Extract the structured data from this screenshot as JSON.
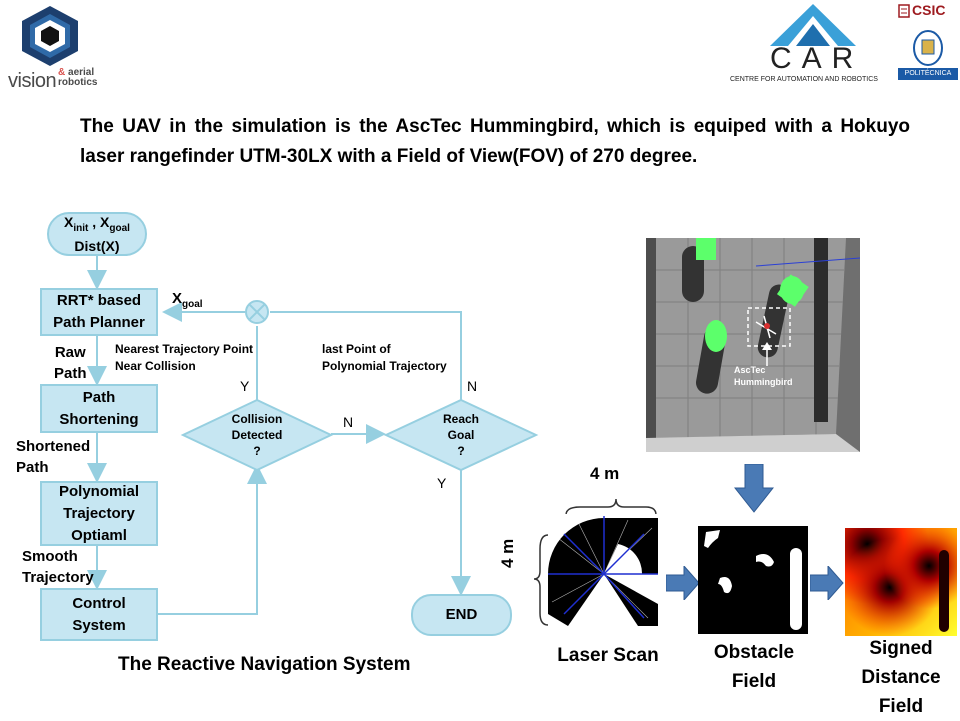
{
  "header": {
    "left_logo": {
      "word": "vision",
      "small_amp": "&",
      "small_line1": "aerial",
      "small_line2": "robotics"
    },
    "car_logo": {
      "name": "CAR",
      "subtitle": "CENTRE FOR AUTOMATION AND ROBOTICS"
    },
    "csic": "CSIC",
    "upm": "POLITÉCNICA"
  },
  "description": "The UAV in the simulation is the AscTec Hummingbird, which is equiped with a Hokuyo laser rangefinder UTM-30LX with a Field of View(FOV) of 270 degree.",
  "flowchart": {
    "start": {
      "x_init": "X",
      "sub_init": "init",
      "sep": " , ",
      "x_goal": "X",
      "sub_goal": "goal",
      "line2": "Dist(X)"
    },
    "planner": "RRT* based\nPath Planner",
    "shortening": "Path\nShortening",
    "polynomial": "Polynomial\nTrajectory\nOptiaml",
    "control": "Control\nSystem",
    "collision": "Collision\nDetected\n?",
    "reach": "Reach\nGoal\n?",
    "end": "END",
    "labels": {
      "raw_path": "Raw\nPath",
      "shortened_path": "Shortened\nPath",
      "smooth_trajectory": "Smooth\nTrajectory",
      "xgoal_main": "X",
      "xgoal_sub": "goal",
      "nearest": "Nearest Trajectory Point\nNear Collision",
      "last_point": "last Point of\nPolynomial Trajectory",
      "y_collision": "Y",
      "n_collision": "N",
      "n_reach": "N",
      "y_reach": "Y"
    },
    "caption": "The Reactive Navigation System"
  },
  "simulation": {
    "uav_label": "AscTec\nHummingbird"
  },
  "pipeline": {
    "width_label": "4 m",
    "height_label": "4 m",
    "laser_caption": "Laser Scan",
    "obstacle_caption": "Obstacle\nField",
    "sdf_caption": "Signed\nDistance\nField"
  },
  "colors": {
    "node_fill": "#c6e6f2",
    "node_stroke": "#96cfe0",
    "arrow_blue": "#4a7ab5",
    "obstacle_green": "#5cff6b"
  }
}
